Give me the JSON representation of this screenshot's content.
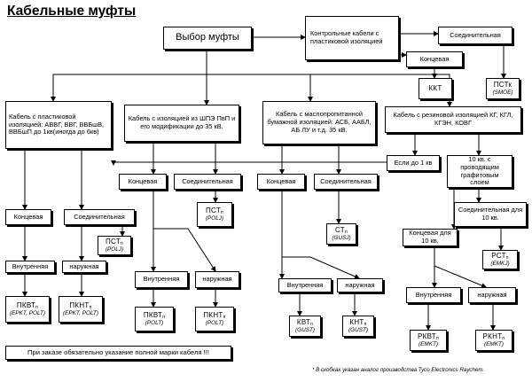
{
  "title": "Кабельные муфты",
  "main": "Выбор муфты",
  "plastic_top": "Контрольные кабели с пластиковой изоляцией",
  "soed": "Соединительная",
  "konc": "Концевая",
  "vnutr": "Внутренняя",
  "naruzh": "наружная",
  "kkt": "ККТ",
  "pstk": {
    "code": "ПСТк",
    "sub": "(SMOE)"
  },
  "cat_plastic": "Кабель с пластиковой изоляцией: АВВГ, ВВГ, ВВБшВ, ВВБшП до 1кв(иногда до 6кв)",
  "cat_shpe": "Кабель с изоляцией из ШПЭ ПвП и его модификации до 35 кВ.",
  "cat_paper": "Кабель с маслопропитанной бумажной изоляцией: АСБ, ААБЛ, АБ ЛУ и т.д. 35 кВ.",
  "cat_rubber": "Кабель с резиновой изоляцией КГ, КГЛ, КГЭН, КОВГ",
  "rubber_low": "Если до 1 кв",
  "rubber_10": "10 кв. с проводящим графитовым слоем",
  "soed_10": "Соединительная для 10 кв.",
  "konc_10": "Концевая для 10 кв.",
  "codes": {
    "pkvt_a": {
      "code": "ПКВТ",
      "sub": "п",
      "note": "(EPKT, POLT)"
    },
    "pknt_a": {
      "code": "ПКНТ",
      "sub": "п",
      "note": "(EPKT, POLT)"
    },
    "pst_a": {
      "code": "ПСТ",
      "sub": "п",
      "note": "(POLJ)"
    },
    "pst_b": {
      "code": "ПСТ",
      "sub": "п",
      "note": "(POLJ)"
    },
    "pkvt_b": {
      "code": "ПКВТ",
      "sub": "п",
      "note": "(POLT)"
    },
    "pknt_b": {
      "code": "ПКНТ",
      "sub": "п",
      "note": "(POLT)"
    },
    "st": {
      "code": "СТ",
      "sub": "п",
      "note": "(GUSJ)"
    },
    "kvt": {
      "code": "КВТ",
      "sub": "п",
      "note": "(GUST)"
    },
    "knt": {
      "code": "КНТ",
      "sub": "п",
      "note": "(GUST)"
    },
    "rst": {
      "code": "РСТ",
      "sub": "п",
      "note": "(EMKJ)"
    },
    "rkvt": {
      "code": "РКВТ",
      "sub": "п",
      "note": "(EMKT)"
    },
    "rknt": {
      "code": "РКНТ",
      "sub": "п",
      "note": "(EMKT)"
    }
  },
  "order_note": "При заказе обязательно указание полной марки кабеля !!!",
  "footnote": "* В скобках указан аналог производства Tyco Electronics Raychem."
}
